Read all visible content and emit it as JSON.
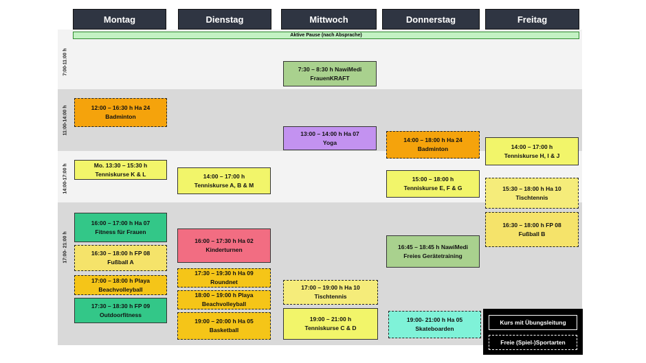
{
  "days": [
    "Montag",
    "Dienstag",
    "Mittwoch",
    "Donnerstag",
    "Freitag"
  ],
  "pause_label": "Aktive Pause (nach Absprache)",
  "time_slots": [
    "7:00-11:00 h",
    "11:00-14:00 h",
    "14:00-17:00 h",
    "17:00- 21:00 h"
  ],
  "events": {
    "mo_badminton": {
      "time": "12:00 – 16:30 h Ha 24",
      "name": "Badminton",
      "color": "#f5a30c",
      "style": "dashed"
    },
    "mo_tennis": {
      "time": "Mo. 13:30 – 15:30 h",
      "name": "Tenniskurse K & L",
      "color": "#f2f56a",
      "style": "solid"
    },
    "mo_fitness": {
      "time": "16:00 – 17:00 h Ha 07",
      "name": "Fitness für Frauen",
      "color": "#33c788",
      "style": "solid"
    },
    "mo_fussball": {
      "time": "16:30 – 18:00 h FP 08",
      "name": "Fußball A",
      "color": "#f5e36a",
      "style": "dashed"
    },
    "mo_beachvolley": {
      "time": "17:00 – 18:00 h Playa",
      "name": "Beachvolleyball",
      "color": "#f5c518",
      "style": "dashed"
    },
    "mo_outdoor": {
      "time": "17:30 – 18:30 h FP 09",
      "name": "Outdoorfitness",
      "color": "#33c788",
      "style": "solid"
    },
    "di_tennis": {
      "time": "14:00 – 17:00 h",
      "name": "Tenniskurse A, B & M",
      "color": "#f2f56a",
      "style": "solid"
    },
    "di_kinderturnen": {
      "time": "16:00 – 17:30 h Ha 02",
      "name": "Kinderturnen",
      "color": "#f26d82",
      "style": "solid"
    },
    "di_roundnet": {
      "time": "17:30 – 19:30 h Ha 09",
      "name": "Roundnet",
      "color": "#f5c518",
      "style": "dashed"
    },
    "di_beachvolley": {
      "time": "18:00 – 19:00 h Playa",
      "name": "Beachvolleyball",
      "color": "#f5c518",
      "style": "dashed"
    },
    "di_basketball": {
      "time": "19:00 – 20:00 h Ha 05",
      "name": "Basketball",
      "color": "#f5c518",
      "style": "dashed"
    },
    "mi_kraft": {
      "time": "7:30 – 8:30 h NawiMedi",
      "name": "FrauenKRAFT",
      "color": "#a9d18e",
      "style": "solid"
    },
    "mi_yoga": {
      "time": "13:00 – 14:00 h Ha 07",
      "name": "Yoga",
      "color": "#c392f0",
      "style": "solid"
    },
    "mi_tischtennis": {
      "time": "17:00 – 19:00 h Ha 10",
      "name": "Tischtennis",
      "color": "#f5ec7a",
      "style": "dashed"
    },
    "mi_tennis": {
      "time": "19:00 – 21:00 h",
      "name": "Tenniskurse C & D",
      "color": "#f2f56a",
      "style": "solid"
    },
    "do_badminton": {
      "time": "14:00 – 18:00 h Ha 24",
      "name": "Badminton",
      "color": "#f5a30c",
      "style": "dashed"
    },
    "do_tennis": {
      "time": "15:00 – 18:00 h",
      "name": "Tenniskurse E, F & G",
      "color": "#f2f56a",
      "style": "solid"
    },
    "do_geraete": {
      "time": "16:45 – 18:45 h NawiMedi",
      "name": "Freies Gerätetraining",
      "color": "#a9d18e",
      "style": "solid"
    },
    "do_skate": {
      "time": "19:00- 21:00 h Ha 05",
      "name": "Skateboarden",
      "color": "#7ff2d8",
      "style": "dashed"
    },
    "fr_tennis": {
      "time": "14:00 – 17:00 h",
      "name": "Tenniskurse H, I & J",
      "color": "#f2f56a",
      "style": "solid"
    },
    "fr_tischtennis": {
      "time": "15:30 – 18:00 h Ha 10",
      "name": "Tischtennis",
      "color": "#f5ec7a",
      "style": "dashed"
    },
    "fr_fussball": {
      "time": "16:30 – 18:00 h FP 08",
      "name": "Fußball B",
      "color": "#f5e36a",
      "style": "dashed"
    }
  },
  "legend": {
    "solid_label": "Kurs mit Übungsleitung",
    "dashed_label": "Freie (Spiel-)Sportarten"
  }
}
